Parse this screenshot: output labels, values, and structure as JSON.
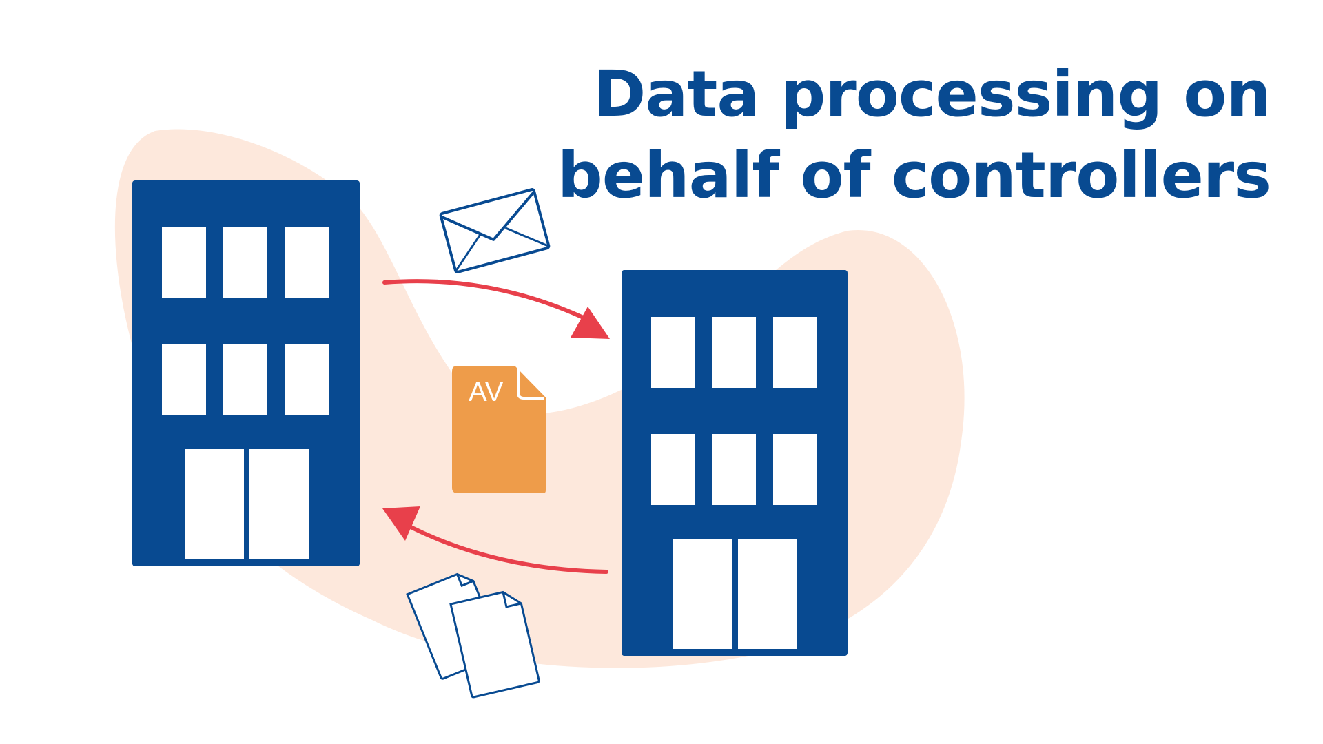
{
  "title": {
    "line1": "Data processing on",
    "line2": "behalf of controllers"
  },
  "document": {
    "label": "AV"
  },
  "icons": {
    "left_building": "office-building-icon",
    "right_building": "office-building-icon",
    "envelope": "envelope-icon",
    "document": "contract-document-icon",
    "papers": "paper-stack-icon",
    "arrow_top": "arrow-right-curved-icon",
    "arrow_bottom": "arrow-left-curved-icon"
  },
  "colors": {
    "brand_blue": "#084a91",
    "arrow_red": "#e8404b",
    "document_orange": "#ee9c4a",
    "blob_peach": "#fde8dc",
    "window_white": "#ffffff"
  }
}
